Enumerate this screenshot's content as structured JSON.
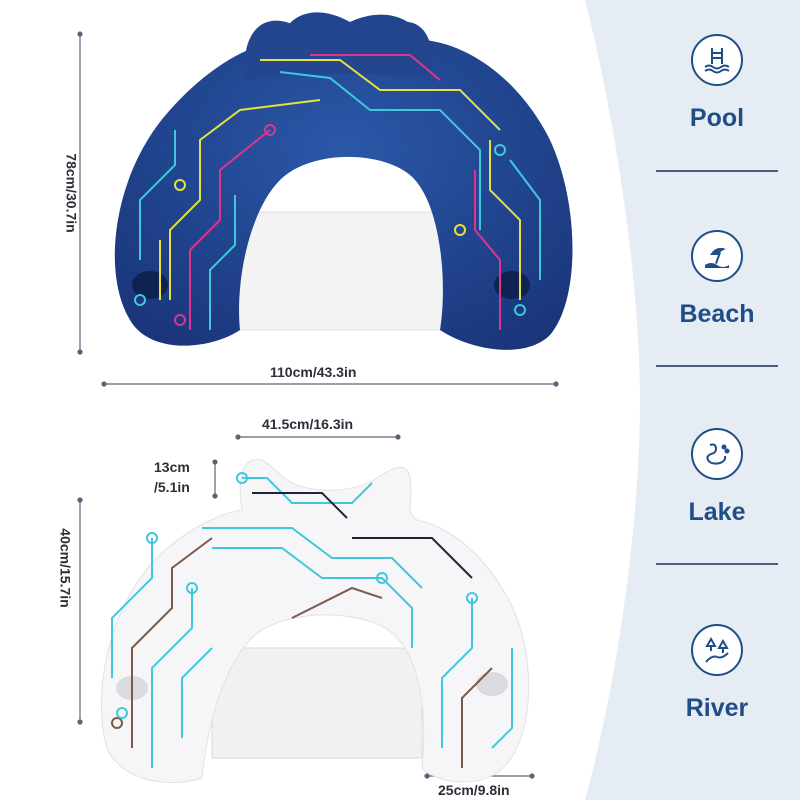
{
  "dimensions": {
    "blue_height": "78cm/30.7in",
    "blue_width": "110cm/43.3in",
    "white_top_width": "41.5cm/16.3in",
    "white_head_height_line1": "13cm",
    "white_head_height_line2": "/5.1in",
    "white_height": "40cm/15.7in",
    "white_cup_width": "25cm/9.8in"
  },
  "uses": [
    {
      "label": "Pool",
      "icon": "pool-ladder-icon"
    },
    {
      "label": "Beach",
      "icon": "beach-umbrella-icon"
    },
    {
      "label": "Lake",
      "icon": "lake-icon"
    },
    {
      "label": "River",
      "icon": "river-trees-icon"
    }
  ],
  "colors": {
    "sidebar": "#e6ecf4",
    "accent": "#1f4e86",
    "blue_float": "#1d3f86",
    "white_float": "#f4f5f7",
    "circuit_cyan": "#3fc8dc",
    "circuit_yellow": "#e5e23a",
    "circuit_pink": "#e0338f",
    "circuit_brown": "#7a5a48"
  }
}
